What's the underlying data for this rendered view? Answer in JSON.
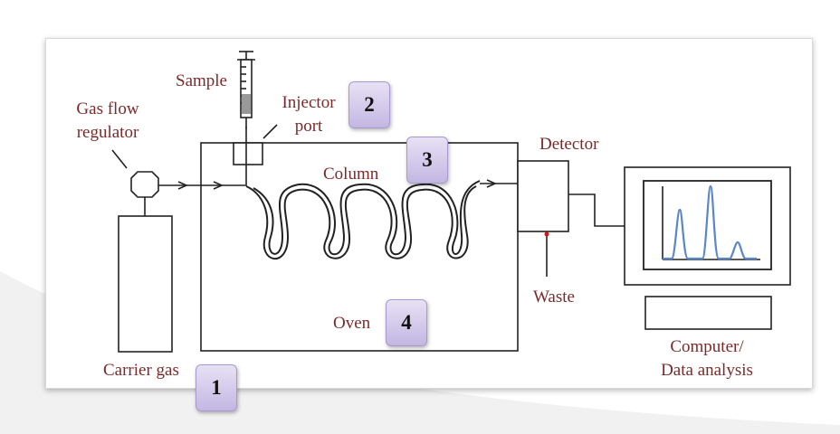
{
  "labels": {
    "sample": "Sample",
    "injector_port": "Injector\nport",
    "gas_flow_regulator": "Gas flow\nregulator",
    "column": "Column",
    "detector": "Detector",
    "waste": "Waste",
    "oven": "Oven",
    "carrier_gas": "Carrier gas",
    "computer": "Computer/\nData analysis"
  },
  "badges": {
    "carrier_gas": "1",
    "injector": "2",
    "column": "3",
    "oven": "4"
  },
  "colors": {
    "label_text": "#7b2a2a",
    "line": "#222222",
    "chromatogram_trace": "#5b86c7",
    "waste_dot": "#dd1111",
    "badge_fill": "#cfc5ea"
  },
  "icons": {
    "syringe": "syringe-icon",
    "regulator": "regulator-icon"
  }
}
